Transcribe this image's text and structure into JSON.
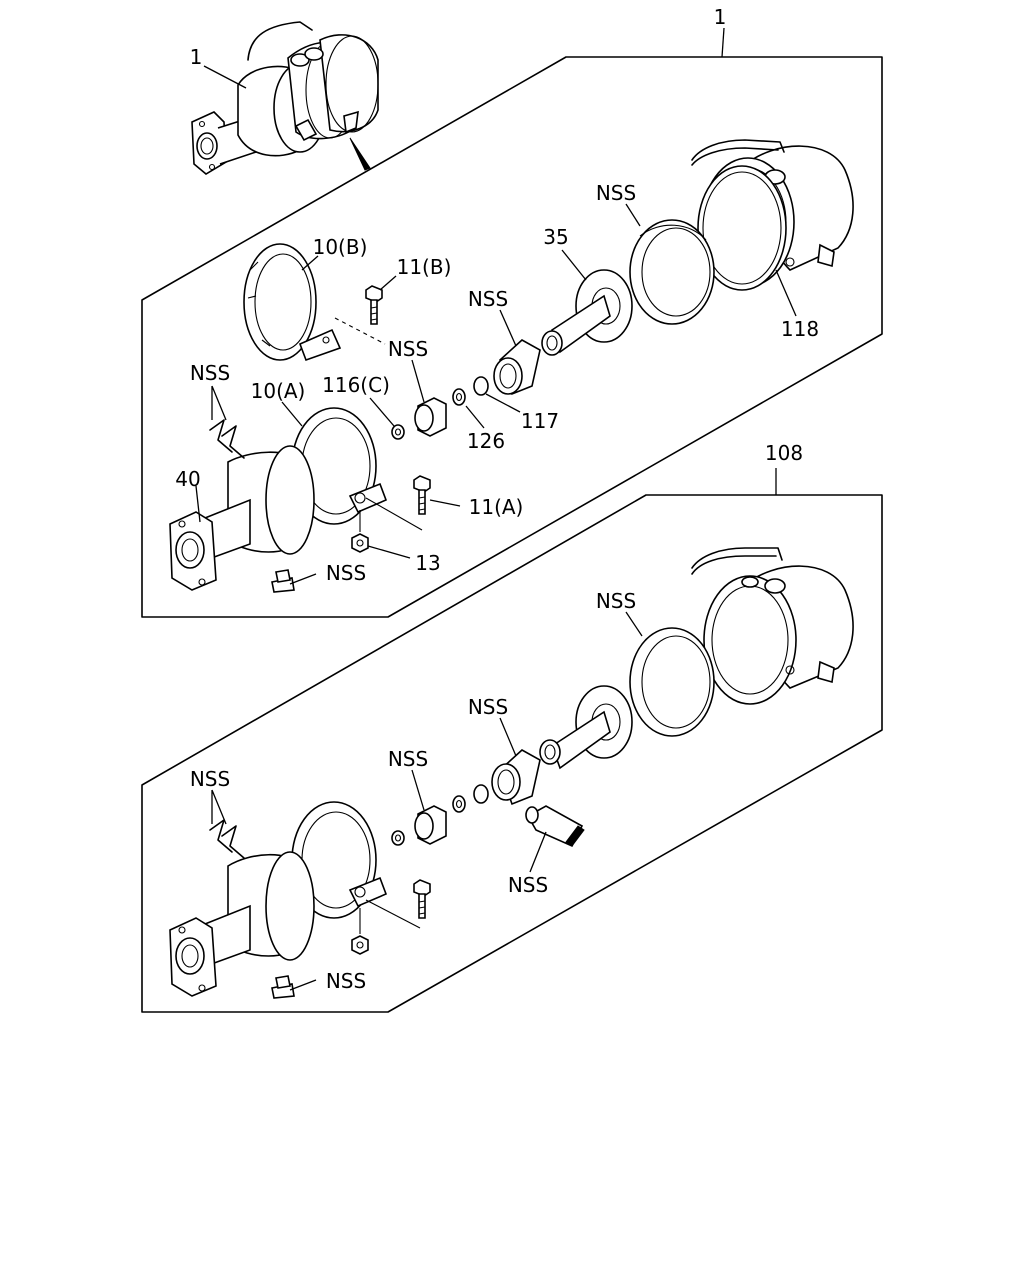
{
  "labels": {
    "assy_main": "1",
    "assy_top": "1",
    "clamp_b": "10(B)",
    "bolt_b": "11(B)",
    "nss_ring_top": "NSS",
    "part_35": "35",
    "nss_sleeve_top": "NSS",
    "nss_bush_top": "NSS",
    "washer_116c": "116(C)",
    "clamp_a": "10(A)",
    "nss_gaskets_top": "NSS",
    "oring_117": "117",
    "washer_126": "126",
    "seal_118": "118",
    "pipe_40": "40",
    "bolt_a": "11(A)",
    "nut_13": "13",
    "nss_plug_top": "NSS",
    "assy_108": "108",
    "nss_ring_bottom": "NSS",
    "nss_sleeve_bottom": "NSS",
    "nss_bush_bottom": "NSS",
    "nss_gaskets_bottom": "NSS",
    "nss_valve_bottom": "NSS",
    "nss_plug_bottom": "NSS"
  }
}
